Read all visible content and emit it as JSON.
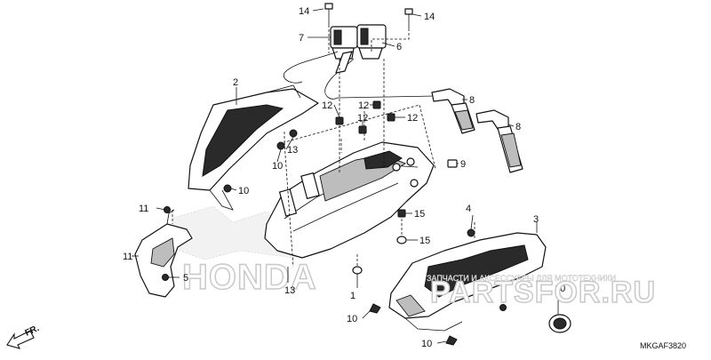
{
  "diagram": {
    "code": "MKGAF3820",
    "direction_label": "FR.",
    "callouts": [
      {
        "id": "c14a",
        "label": "14"
      },
      {
        "id": "c14b",
        "label": "14"
      },
      {
        "id": "c7",
        "label": "7"
      },
      {
        "id": "c6",
        "label": "6"
      },
      {
        "id": "c2",
        "label": "2"
      },
      {
        "id": "c8a",
        "label": "8"
      },
      {
        "id": "c8b",
        "label": "8"
      },
      {
        "id": "c12a",
        "label": "12"
      },
      {
        "id": "c12b",
        "label": "12"
      },
      {
        "id": "c12c",
        "label": "12"
      },
      {
        "id": "c12d",
        "label": "12"
      },
      {
        "id": "c13a",
        "label": "13"
      },
      {
        "id": "c10a",
        "label": "10"
      },
      {
        "id": "c10b",
        "label": "10"
      },
      {
        "id": "c9",
        "label": "9"
      },
      {
        "id": "c11a",
        "label": "11"
      },
      {
        "id": "c11b",
        "label": "11"
      },
      {
        "id": "c5",
        "label": "5"
      },
      {
        "id": "c15a",
        "label": "15"
      },
      {
        "id": "c15b",
        "label": "15"
      },
      {
        "id": "c1",
        "label": "1"
      },
      {
        "id": "c13b",
        "label": "13"
      },
      {
        "id": "c4",
        "label": "4"
      },
      {
        "id": "c3",
        "label": "3"
      },
      {
        "id": "c10c",
        "label": "10"
      },
      {
        "id": "c10d",
        "label": "10"
      }
    ]
  },
  "watermark": {
    "brand": "HONDA",
    "site": "PARTSFOR.RU",
    "tagline": "ЗАПЧАСТИ И АКСЕССУАРЫ ДЛЯ МОТОТЕХНИКИ"
  }
}
